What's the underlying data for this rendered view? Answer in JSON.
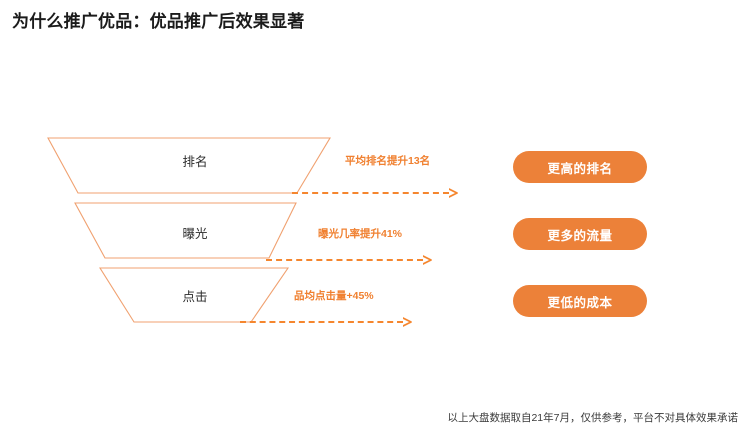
{
  "slide": {
    "title": "为什么推广优品：优品推广后效果显著",
    "background_color": "#ffffff",
    "accent_color": "#EC8139",
    "metric_color": "#F08030",
    "funnel_stroke_color": "#F0A170"
  },
  "funnel": {
    "stages": [
      {
        "label": "排名"
      },
      {
        "label": "曝光"
      },
      {
        "label": "点击"
      }
    ]
  },
  "metrics": [
    {
      "text": "平均排名提升13名",
      "arrow_name": "dashed-arrow-icon"
    },
    {
      "text": "曝光几率提升41%",
      "arrow_name": "dashed-arrow-icon"
    },
    {
      "text": "品均点击量+45%",
      "arrow_name": "dashed-arrow-icon"
    }
  ],
  "outcomes": [
    {
      "label": "更高的排名"
    },
    {
      "label": "更多的流量"
    },
    {
      "label": "更低的成本"
    }
  ],
  "footer": {
    "note": "以上大盘数据取自21年7月，仅供参考，平台不对具体效果承诺"
  }
}
